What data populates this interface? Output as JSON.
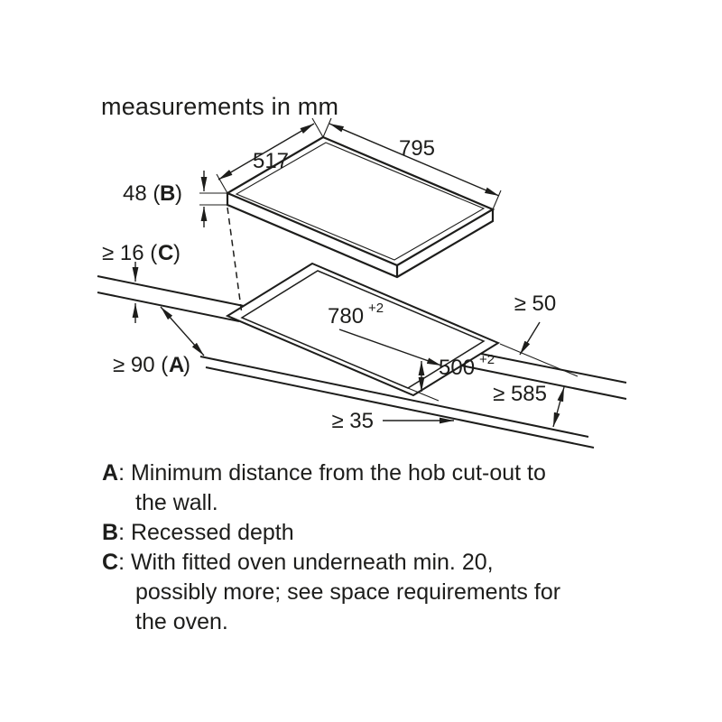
{
  "title": "measurements in mm",
  "dimensions": {
    "hob_width": "795",
    "hob_depth": "517",
    "recess": {
      "prefix": "48 (",
      "key": "B",
      "suffix": ")"
    },
    "clearance_c": {
      "prefix": "≥ 16 (",
      "key": "C",
      "suffix": ")"
    },
    "wall_a": {
      "prefix": "≥ 90 (",
      "key": "A",
      "suffix": ")"
    },
    "cutout_width": "780",
    "cutout_depth": "500",
    "tolerance": "+2",
    "rear_clearance": "≥ 50",
    "worktop_depth": "≥ 585",
    "front_clearance": "≥ 35"
  },
  "legend": {
    "items": [
      {
        "key": "A",
        "text": ": Minimum distance from the hob cut-out to the wall."
      },
      {
        "key": "B",
        "text": ": Recessed depth"
      },
      {
        "key": "C",
        "text": ": With fitted oven underneath min. 20, possibly more; see space requirements for the oven."
      }
    ]
  },
  "colors": {
    "ink": "#1d1d1b",
    "background": "#ffffff"
  }
}
